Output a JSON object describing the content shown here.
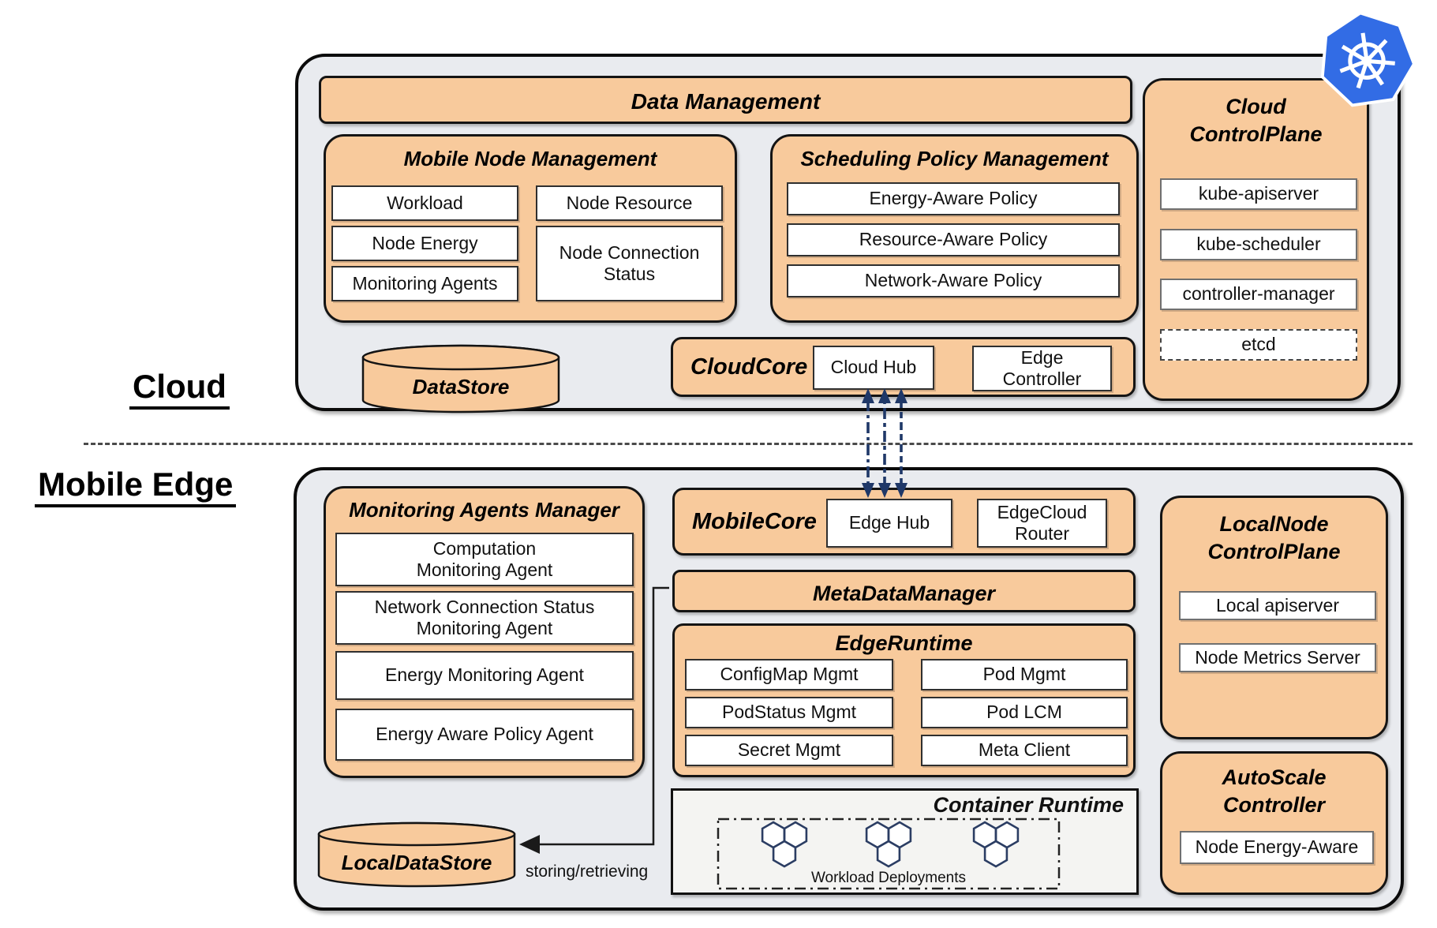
{
  "labels": {
    "cloud_region": "Cloud",
    "edge_region": "Mobile Edge",
    "storing": "storing/retrieving"
  },
  "cloud": {
    "data_management": "Data Management",
    "mobile_node_management": {
      "title": "Mobile Node Management",
      "left": [
        "Workload",
        "Node Energy",
        "Monitoring Agents"
      ],
      "right": [
        "Node Resource",
        "Node Connection\nStatus"
      ]
    },
    "scheduling_policy_management": {
      "title": "Scheduling Policy Management",
      "items": [
        "Energy-Aware Policy",
        "Resource-Aware Policy",
        "Network-Aware Policy"
      ]
    },
    "cloud_control_plane": {
      "title": "Cloud\nControlPlane",
      "items": [
        "kube-apiserver",
        "kube-scheduler",
        "controller-manager",
        "etcd"
      ]
    },
    "datastore_label": "DataStore",
    "cloudcore": {
      "title": "CloudCore",
      "cloud_hub": "Cloud Hub",
      "edge_controller": "Edge\nController"
    }
  },
  "edge": {
    "monitoring_agents_manager": {
      "title": "Monitoring Agents Manager",
      "items": [
        "Computation\nMonitoring Agent",
        "Network Connection Status\nMonitoring Agent",
        "Energy Monitoring Agent",
        "Energy Aware Policy Agent"
      ]
    },
    "mobilecore": {
      "title": "MobileCore",
      "edge_hub": "Edge Hub",
      "edgecloud_router": "EdgeCloud\nRouter"
    },
    "metadatamanager": "MetaDataManager",
    "edgeruntime": {
      "title": "EdgeRuntime",
      "left": [
        "ConfigMap Mgmt",
        "PodStatus Mgmt",
        "Secret Mgmt"
      ],
      "right": [
        "Pod Mgmt",
        "Pod LCM",
        "Meta Client"
      ]
    },
    "container_runtime": {
      "title": "Container Runtime",
      "caption": "Workload Deployments"
    },
    "localnode_control_plane": {
      "title": "LocalNode\nControlPlane",
      "items": [
        "Local apiserver",
        "Node Metrics Server"
      ]
    },
    "autoscale_controller": {
      "title": "AutoScale\nController",
      "item": "Node Energy-Aware"
    },
    "local_datastore_label": "LocalDataStore"
  },
  "icons": {
    "kubernetes": "kubernetes-logo",
    "workloads": "hexagon-cluster",
    "datastore": "database-cylinder"
  },
  "colors": {
    "orange": "#F8CA9C",
    "panel_gray": "#E9EBEF",
    "arrow_navy": "#1F3868",
    "kubernetes_blue": "#326CE5",
    "hexagon_stroke": "#2B3D63"
  }
}
